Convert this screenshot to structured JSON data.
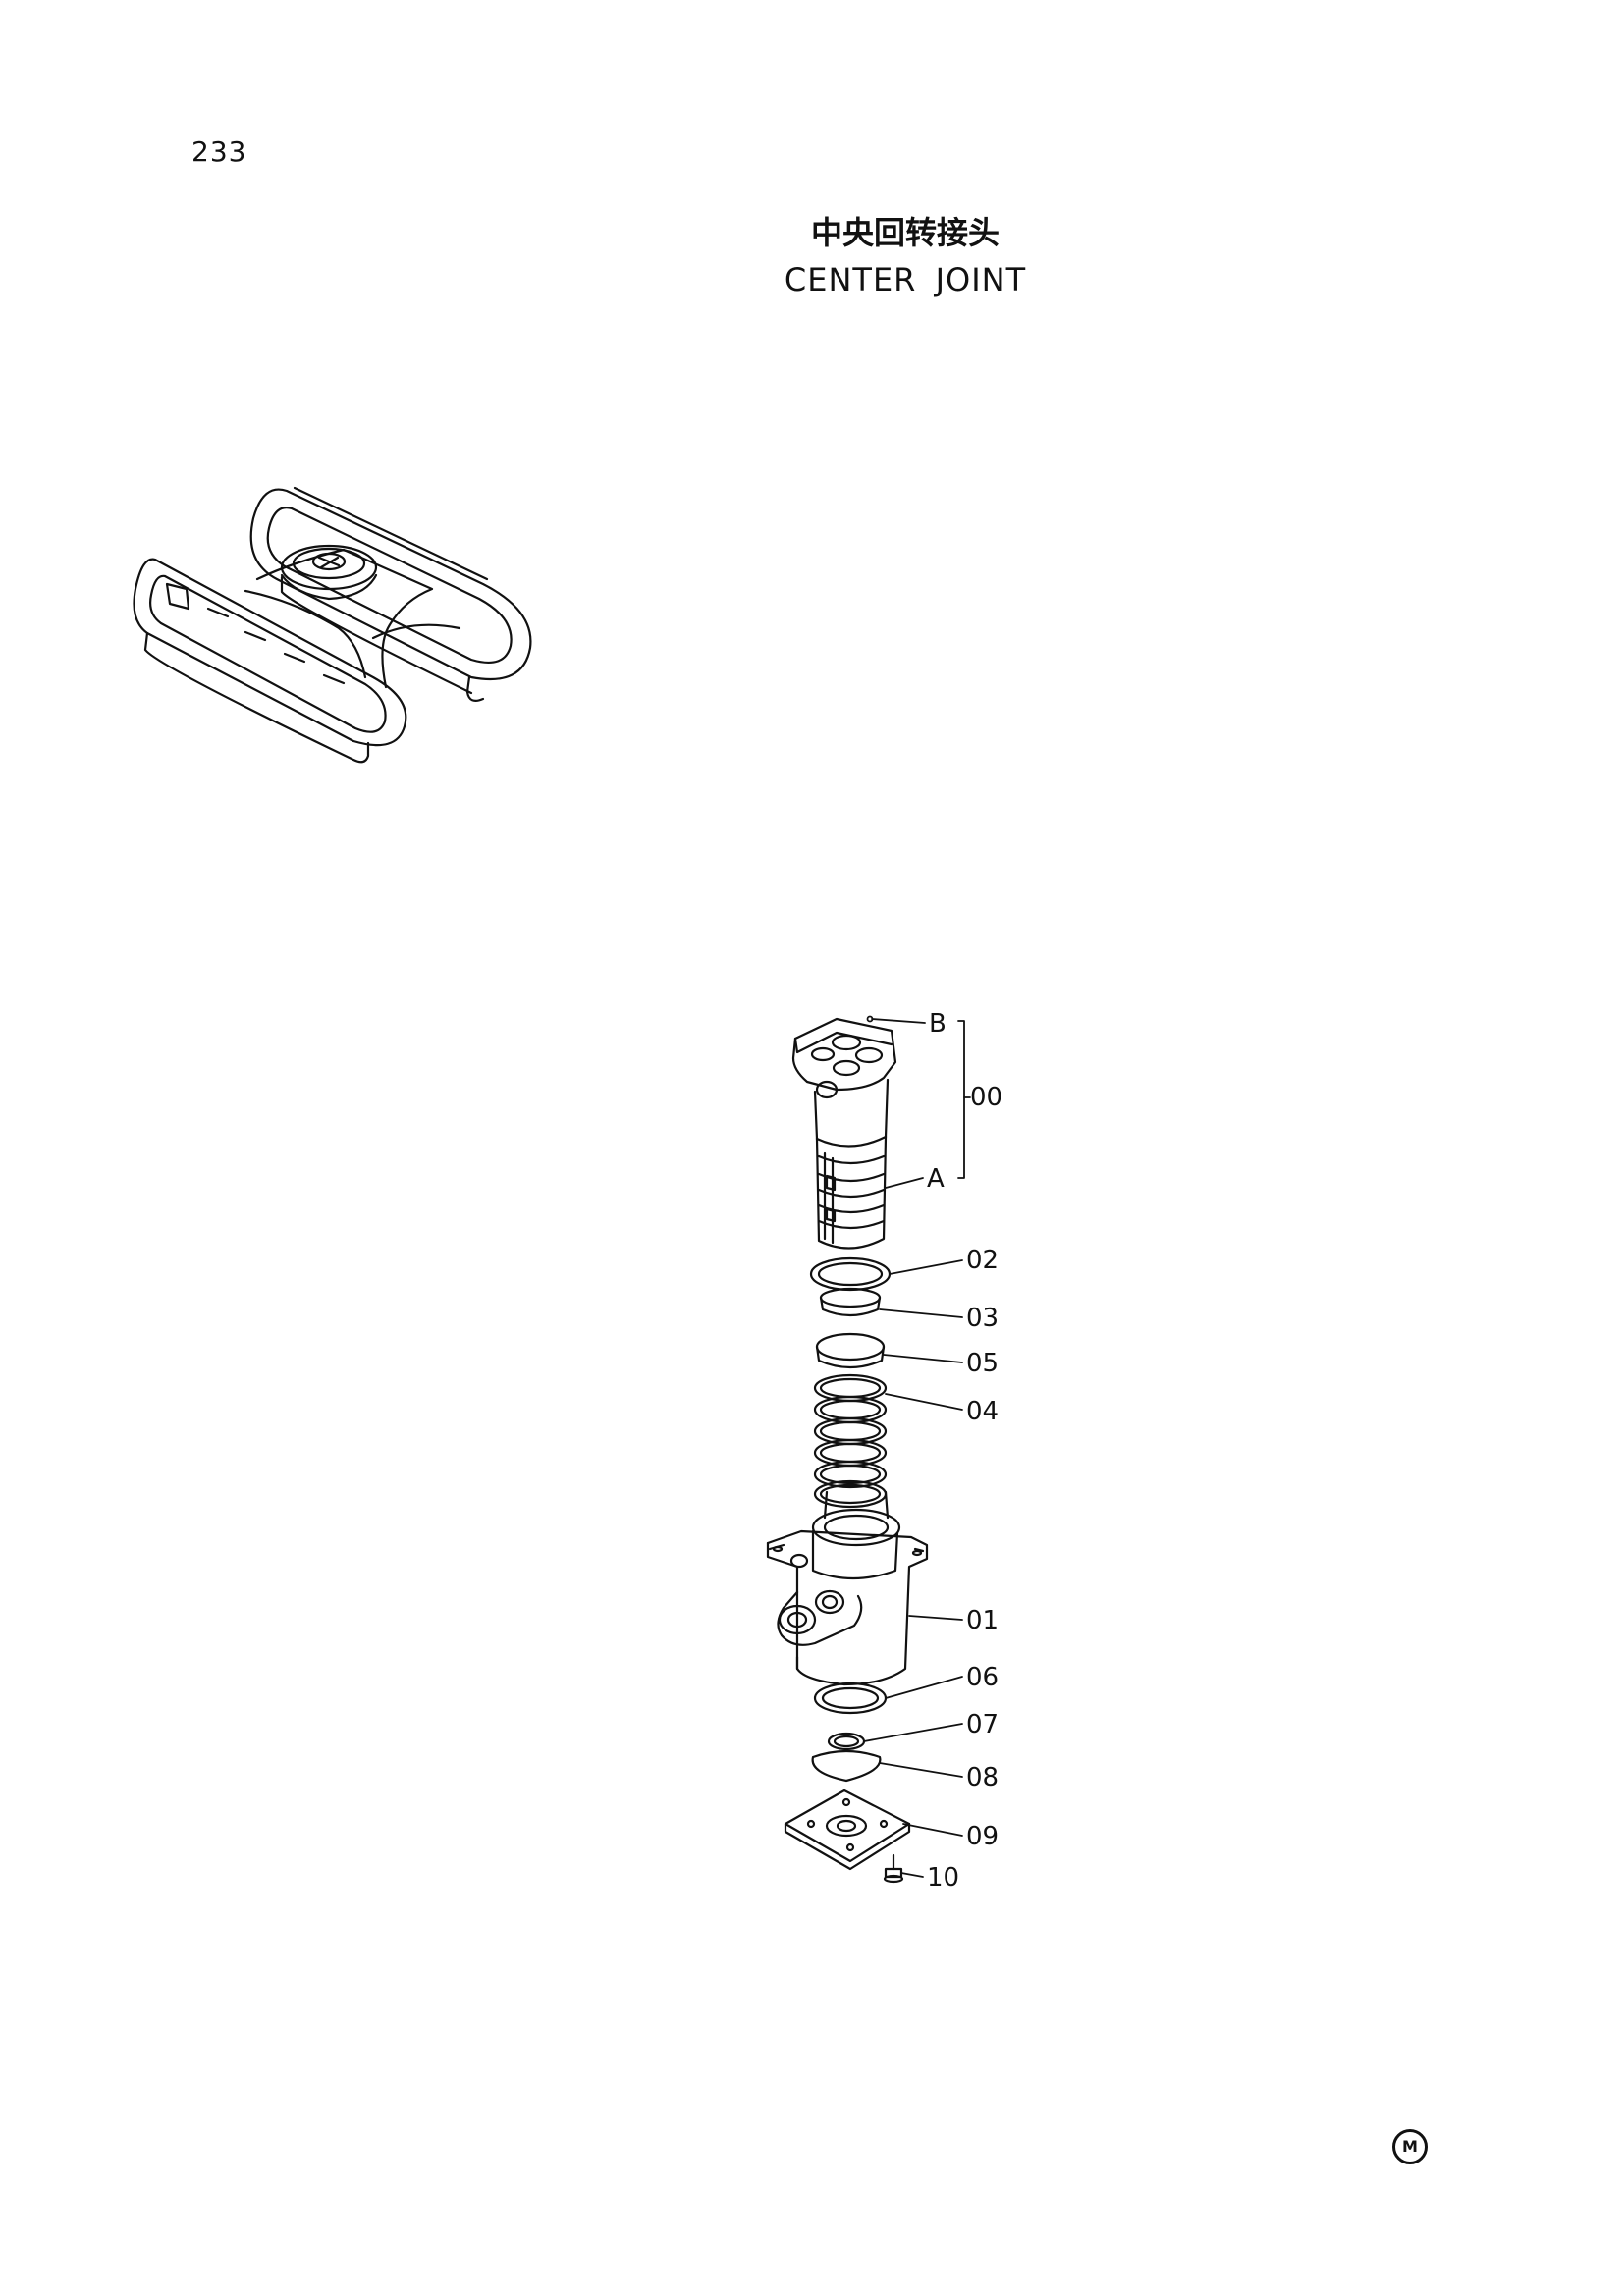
{
  "page": {
    "number": "233"
  },
  "title": {
    "chinese": "中央回转接头",
    "english": "CENTER JOINT"
  },
  "callouts": {
    "b": "B",
    "a": "A",
    "p00": "00",
    "p01": "01",
    "p02": "02",
    "p03": "03",
    "p04": "04",
    "p05": "05",
    "p06": "06",
    "p07": "07",
    "p08": "08",
    "p09": "09",
    "p10": "10"
  },
  "corner_mark": {
    "label": "M"
  }
}
